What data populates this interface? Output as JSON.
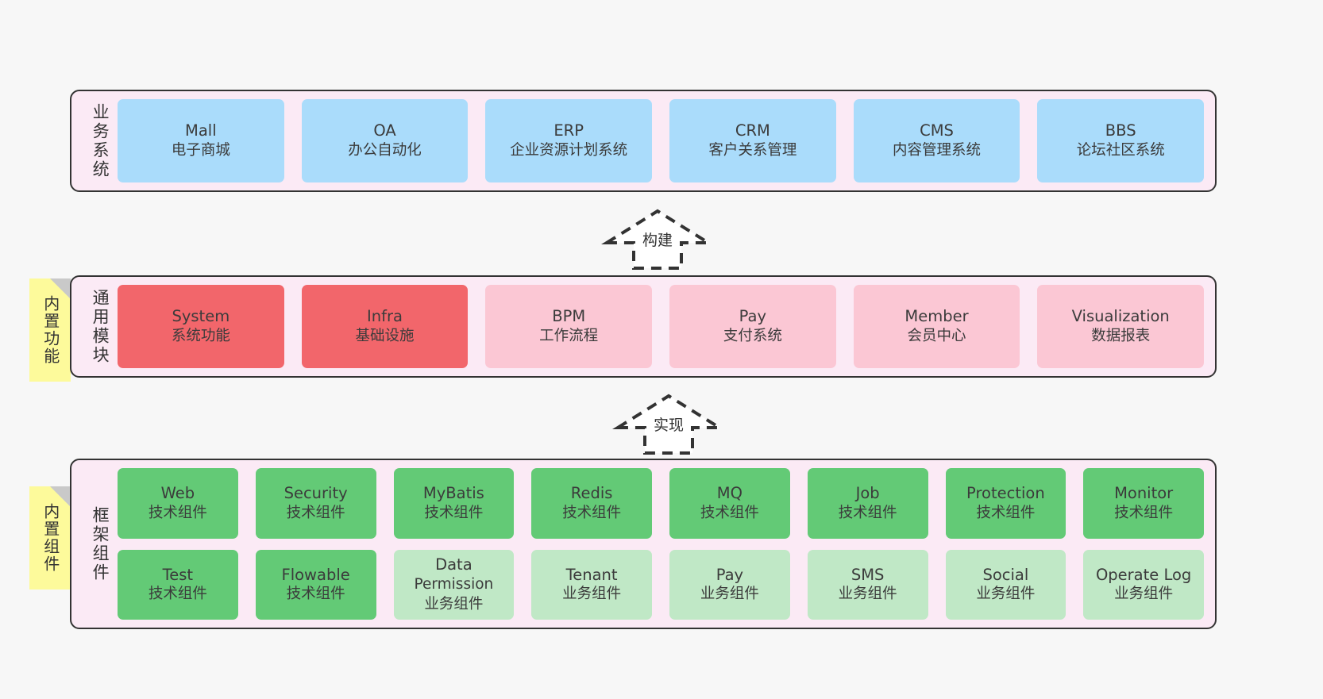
{
  "layers": [
    {
      "name": "business-system",
      "title": "业务系统",
      "sticky": null,
      "rows": [
        {
          "cards": [
            {
              "style": "c-blue",
              "t1": "Mall",
              "t2": "电子商城"
            },
            {
              "style": "c-blue",
              "t1": "OA",
              "t2": "办公自动化"
            },
            {
              "style": "c-blue",
              "t1": "ERP",
              "t2": "企业资源计划系统"
            },
            {
              "style": "c-blue",
              "t1": "CRM",
              "t2": "客户关系管理"
            },
            {
              "style": "c-blue",
              "t1": "CMS",
              "t2": "内容管理系统"
            },
            {
              "style": "c-blue",
              "t1": "BBS",
              "t2": "论坛社区系统"
            }
          ]
        }
      ]
    },
    {
      "name": "common-module",
      "title": "通用模块",
      "sticky": "内置功能",
      "rows": [
        {
          "cards": [
            {
              "style": "c-red",
              "t1": "System",
              "t2": "系统功能"
            },
            {
              "style": "c-red",
              "t1": "Infra",
              "t2": "基础设施"
            },
            {
              "style": "c-pink",
              "t1": "BPM",
              "t2": "工作流程"
            },
            {
              "style": "c-pink",
              "t1": "Pay",
              "t2": "支付系统"
            },
            {
              "style": "c-pink",
              "t1": "Member",
              "t2": "会员中心"
            },
            {
              "style": "c-pink",
              "t1": "Visualization",
              "t2": "数据报表"
            }
          ]
        }
      ]
    },
    {
      "name": "framework-component",
      "title": "框架组件",
      "sticky": "内置组件",
      "rows": [
        {
          "cards": [
            {
              "style": "c-green-dark",
              "t1": "Web",
              "t2": "技术组件"
            },
            {
              "style": "c-green-dark",
              "t1": "Security",
              "t2": "技术组件"
            },
            {
              "style": "c-green-dark",
              "t1": "MyBatis",
              "t2": "技术组件"
            },
            {
              "style": "c-green-dark",
              "t1": "Redis",
              "t2": "技术组件"
            },
            {
              "style": "c-green-dark",
              "t1": "MQ",
              "t2": "技术组件"
            },
            {
              "style": "c-green-dark",
              "t1": "Job",
              "t2": "技术组件"
            },
            {
              "style": "c-green-dark",
              "t1": "Protection",
              "t2": "技术组件"
            },
            {
              "style": "c-green-dark",
              "t1": "Monitor",
              "t2": "技术组件"
            }
          ]
        },
        {
          "cards": [
            {
              "style": "c-green-dark",
              "t1": "Test",
              "t2": "技术组件"
            },
            {
              "style": "c-green-dark",
              "t1": "Flowable",
              "t2": "技术组件"
            },
            {
              "style": "c-green-light",
              "t1": "Data",
              "t2": "Permission",
              "t3": "业务组件"
            },
            {
              "style": "c-green-light",
              "t1": "Tenant",
              "t2": "业务组件"
            },
            {
              "style": "c-green-light",
              "t1": "Pay",
              "t2": "业务组件"
            },
            {
              "style": "c-green-light",
              "t1": "SMS",
              "t2": "业务组件"
            },
            {
              "style": "c-green-light",
              "t1": "Social",
              "t2": "业务组件"
            },
            {
              "style": "c-green-light",
              "t1": "Operate Log",
              "t2": "业务组件"
            }
          ]
        }
      ]
    }
  ],
  "arrows": [
    {
      "name": "arrow-build",
      "label": "构建"
    },
    {
      "name": "arrow-implement",
      "label": "实现"
    }
  ],
  "colors": {
    "background": "#f7f7f7",
    "layer_fill": "#fbeaf5",
    "layer_border": "#333333",
    "business_card": "#aadcfb",
    "core_module_card": "#f2666b",
    "module_card": "#fbc7d4",
    "tech_component_card": "#63ca76",
    "biz_component_card": "#c0e8c6",
    "sticky_note": "#fdfa9b",
    "sticky_fold": "#c9c9c9",
    "text": "#3b3b3b"
  }
}
